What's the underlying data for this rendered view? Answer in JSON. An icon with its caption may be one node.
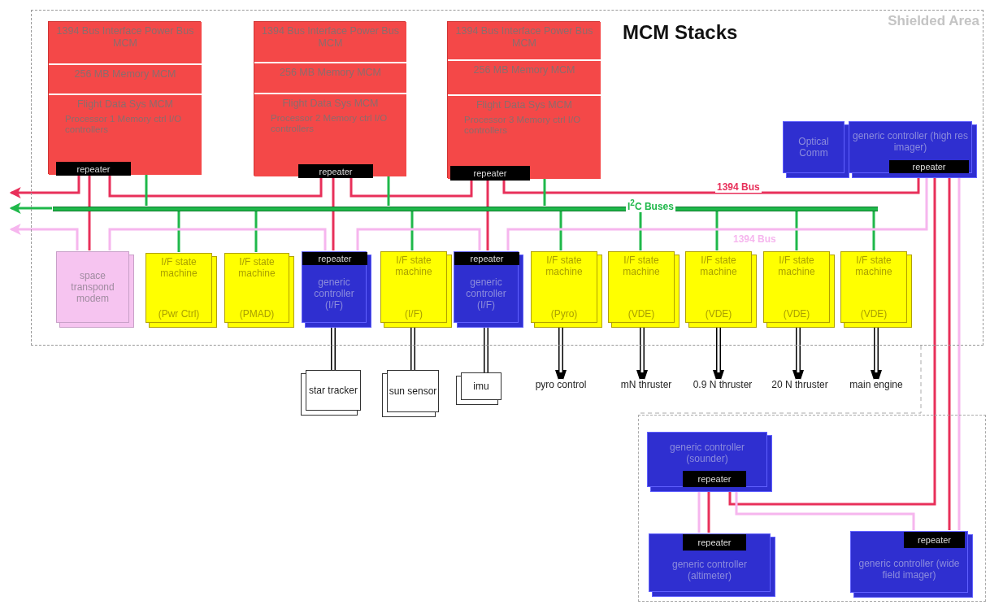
{
  "diagram": {
    "title": "MCM Stacks",
    "nodes": [
      {
        "text": [
          "Shielded Area"
        ]
      },
      {
        "text": [],
        "shape": "box",
        "in": 0
      },
      {
        "text": [
          "1394 Bus Interface Power Bus MCM"
        ],
        "in": 1
      },
      {
        "text": [
          "256 MB Memory MCM"
        ],
        "in": 1
      },
      {
        "text": [
          "Flight Data Sys MCM",
          "Processor 1 Memory ctrl I/O controllers"
        ],
        "in": 1
      },
      {
        "text": [
          "repeater"
        ],
        "in": 4
      },
      {
        "text": [],
        "shape": "box",
        "in": 0
      },
      {
        "text": [
          "1394 Bus Interface Power Bus MCM"
        ],
        "in": 6
      },
      {
        "text": [
          "256 MB Memory MCM"
        ],
        "in": 6
      },
      {
        "text": [
          "Flight Data Sys MCM",
          "Processor 2 Memory ctrl I/O controllers"
        ],
        "in": 6
      },
      {
        "text": [
          "repeater"
        ],
        "in": 9
      },
      {
        "text": [],
        "shape": "box",
        "in": 0
      },
      {
        "text": [
          "1394 Bus Interface Power Bus MCM"
        ],
        "in": 11
      },
      {
        "text": [
          "256 MB Memory MCM"
        ],
        "in": 11
      },
      {
        "text": [
          "Flight Data Sys MCM",
          "Processor 3 Memory ctrl I/O controllers"
        ],
        "in": 11
      },
      {
        "text": [
          "repeater"
        ],
        "in": 14
      },
      {
        "text": [
          "Optical Comm"
        ],
        "in": 0
      },
      {
        "text": [
          "generic controller (high res imager)"
        ],
        "in": 0
      },
      {
        "text": [
          "repeater"
        ],
        "in": 17
      },
      {
        "text": [
          "space transpond modem"
        ],
        "in": 0
      },
      {
        "text": [
          "I/F state machine",
          "(Pwr Ctrl)"
        ],
        "in": 0
      },
      {
        "text": [
          "I/F state machine",
          "(PMAD)"
        ],
        "in": 0
      },
      {
        "text": [
          "generic controller (I/F)"
        ],
        "in": 0
      },
      {
        "text": [
          "repeater"
        ],
        "in": 22
      },
      {
        "text": [
          "I/F state machine",
          "(I/F)"
        ],
        "in": 0
      },
      {
        "text": [
          "generic controller (I/F)"
        ],
        "in": 0
      },
      {
        "text": [
          "repeater"
        ],
        "in": 25
      },
      {
        "text": [
          "I/F state machine",
          "(Pyro)"
        ],
        "in": 0
      },
      {
        "text": [
          "I/F state machine",
          "(VDE)"
        ],
        "in": 0
      },
      {
        "text": [
          "I/F state machine",
          "(VDE)"
        ],
        "in": 0
      },
      {
        "text": [
          "I/F state machine",
          "(VDE)"
        ],
        "in": 0
      },
      {
        "text": [
          "I/F state machine",
          "(VDE)"
        ],
        "in": 0
      },
      {
        "text": [
          "star tracker"
        ]
      },
      {
        "text": [
          "sun sensor"
        ]
      },
      {
        "text": [
          "imu"
        ]
      },
      {
        "text": [
          "pyro control"
        ]
      },
      {
        "text": [
          "mN thruster"
        ]
      },
      {
        "text": [
          "0.9 N thruster"
        ]
      },
      {
        "text": [
          "20 N thruster"
        ]
      },
      {
        "text": [
          "main engine"
        ]
      },
      {
        "text": [],
        "shape": "box"
      },
      {
        "text": [
          "generic controller (sounder)"
        ],
        "in": 40
      },
      {
        "text": [
          "repeater"
        ],
        "in": 41
      },
      {
        "text": [
          "generic controller (altimeter)"
        ],
        "in": 40
      },
      {
        "text": [
          "repeater"
        ],
        "in": 43
      },
      {
        "text": [
          "generic controller (wide field imager)"
        ],
        "in": 40
      },
      {
        "text": [
          "repeater"
        ],
        "in": 45
      },
      {
        "text": [],
        "shape": "bar",
        "in": 0
      }
    ],
    "edges": [
      {
        "from": 5,
        "to": null,
        "arrow": "to",
        "color": "#e8305a"
      },
      {
        "from": 1,
        "to": 19,
        "arrow": "none",
        "color": "#e8305a"
      },
      {
        "from": 5,
        "to": 10,
        "arrow": "none",
        "color": "#e8305a"
      },
      {
        "from": 10,
        "to": 23,
        "arrow": "none",
        "color": "#e8305a"
      },
      {
        "from": 10,
        "to": 15,
        "arrow": "none",
        "color": "#e8305a"
      },
      {
        "from": 15,
        "to": 26,
        "arrow": "none",
        "color": "#e8305a"
      },
      {
        "from": 15,
        "to": 18,
        "arrow": "none",
        "color": "#e8305a",
        "label": "1394 Bus"
      },
      {
        "from": 18,
        "to": 41,
        "arrow": "none",
        "color": "#e8305a"
      },
      {
        "from": 18,
        "to": 45,
        "arrow": "none",
        "color": "#e8305a"
      },
      {
        "from": 42,
        "to": 44,
        "arrow": "none",
        "color": "#e8305a"
      },
      {
        "from": 1,
        "to": 47,
        "arrow": "none",
        "color": "#1fb84a"
      },
      {
        "from": 6,
        "to": 47,
        "arrow": "none",
        "color": "#1fb84a"
      },
      {
        "from": 11,
        "to": 47,
        "arrow": "none",
        "color": "#1fb84a"
      },
      {
        "from": 20,
        "to": 47,
        "arrow": "none",
        "color": "#1fb84a"
      },
      {
        "from": 21,
        "to": 47,
        "arrow": "none",
        "color": "#1fb84a"
      },
      {
        "from": 24,
        "to": 47,
        "arrow": "none",
        "color": "#1fb84a"
      },
      {
        "from": 27,
        "to": 47,
        "arrow": "none",
        "color": "#1fb84a"
      },
      {
        "from": 28,
        "to": 47,
        "arrow": "none",
        "color": "#1fb84a"
      },
      {
        "from": 29,
        "to": 47,
        "arrow": "none",
        "color": "#1fb84a"
      },
      {
        "from": 30,
        "to": 47,
        "arrow": "none",
        "color": "#1fb84a"
      },
      {
        "from": 31,
        "to": 47,
        "arrow": "none",
        "color": "#1fb84a"
      },
      {
        "from": 19,
        "to": null,
        "arrow": "to",
        "color": "#f6b6ee"
      },
      {
        "from": 19,
        "to": 23,
        "arrow": "none",
        "color": "#f6b6ee"
      },
      {
        "from": 23,
        "to": 26,
        "arrow": "none",
        "color": "#f6b6ee"
      },
      {
        "from": 26,
        "to": 18,
        "arrow": "none",
        "color": "#f6b6ee",
        "label": "1394 Bus"
      },
      {
        "from": 18,
        "to": 45,
        "arrow": "none",
        "color": "#f6b6ee"
      },
      {
        "from": 42,
        "to": 45,
        "arrow": "none",
        "color": "#f6b6ee"
      },
      {
        "from": 42,
        "to": 44,
        "arrow": "none",
        "color": "#f6b6ee"
      },
      {
        "from": 22,
        "to": 32,
        "arrow": "none",
        "style": "thick",
        "color": "#000000"
      },
      {
        "from": 24,
        "to": 33,
        "arrow": "none",
        "style": "thick",
        "color": "#000000"
      },
      {
        "from": 25,
        "to": 34,
        "arrow": "none",
        "style": "thick",
        "color": "#000000"
      },
      {
        "from": 27,
        "to": 35,
        "arrow": "to",
        "style": "thick",
        "color": "#000000"
      },
      {
        "from": 28,
        "to": 36,
        "arrow": "to",
        "style": "thick",
        "color": "#000000"
      },
      {
        "from": 29,
        "to": 37,
        "arrow": "to",
        "style": "thick",
        "color": "#000000"
      },
      {
        "from": 30,
        "to": 38,
        "arrow": "to",
        "style": "thick",
        "color": "#000000"
      },
      {
        "from": 31,
        "to": 39,
        "arrow": "to",
        "style": "thick",
        "color": "#000000"
      },
      {
        "from": 47,
        "to": null,
        "arrow": "to",
        "color": "#1fb84a"
      }
    ],
    "labels": [
      "I$^{2}$C Buses"
    ]
  }
}
